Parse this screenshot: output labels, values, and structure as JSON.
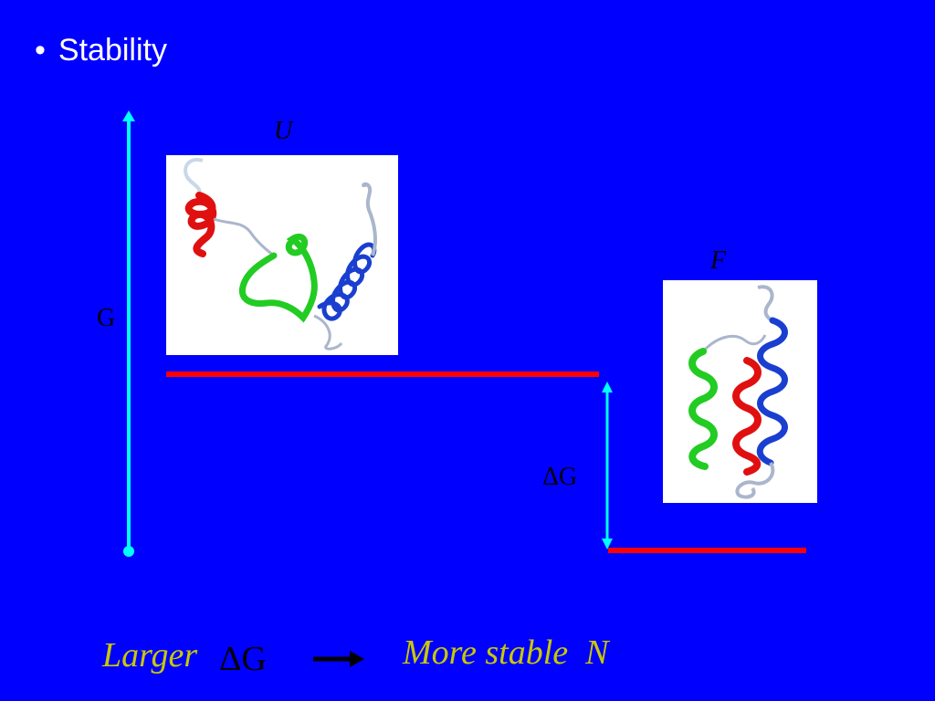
{
  "slide": {
    "bullet_symbol": "•",
    "bullet_text": "Stability"
  },
  "states": {
    "unfolded_label": "U",
    "folded_label": "F"
  },
  "axis": {
    "label": "G"
  },
  "delta": {
    "label": "ΔG"
  },
  "conclusion": {
    "left_text": "Larger",
    "left_symbol": "ΔG",
    "right_text": "More stable  N"
  },
  "colors": {
    "background": "#0000ff",
    "energy_level": "#ff0000",
    "arrow_cyan": "#00ffff",
    "conclusion_text": "#c8c800",
    "helix_red": "#e01010",
    "helix_green": "#22cc22",
    "helix_blue": "#1a3fd0"
  }
}
